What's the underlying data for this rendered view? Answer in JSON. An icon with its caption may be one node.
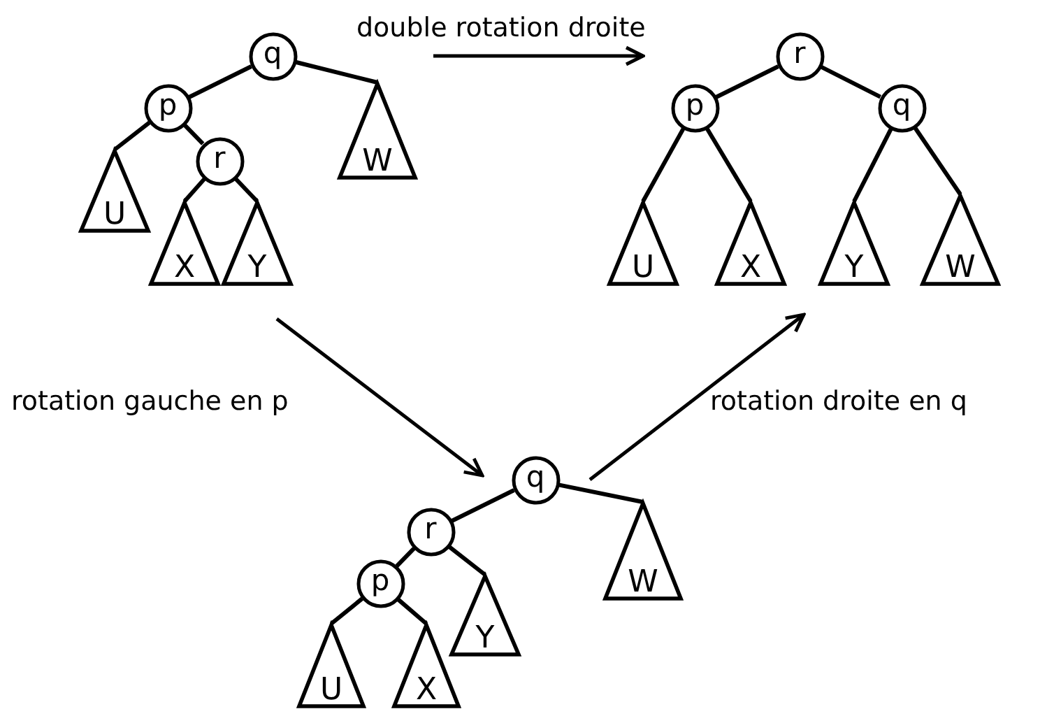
{
  "diagram": {
    "nodes": [
      {
        "text": [
          "q"
        ]
      },
      {
        "text": [
          "p"
        ]
      },
      {
        "text": [
          "r"
        ]
      },
      {
        "text": [
          "W"
        ]
      },
      {
        "text": [
          "U"
        ]
      },
      {
        "text": [
          "X"
        ]
      },
      {
        "text": [
          "Y"
        ]
      },
      {
        "text": [
          "r"
        ]
      },
      {
        "text": [
          "p"
        ]
      },
      {
        "text": [
          "q"
        ]
      },
      {
        "text": [
          "U"
        ]
      },
      {
        "text": [
          "X"
        ]
      },
      {
        "text": [
          "Y"
        ]
      },
      {
        "text": [
          "W"
        ]
      },
      {
        "text": [
          "q"
        ]
      },
      {
        "text": [
          "r"
        ]
      },
      {
        "text": [
          "W"
        ]
      },
      {
        "text": [
          "p"
        ]
      },
      {
        "text": [
          "Y"
        ]
      },
      {
        "text": [
          "U"
        ]
      },
      {
        "text": [
          "X"
        ]
      }
    ],
    "edges": [
      {
        "from": 0,
        "to": 1,
        "arrow": "none"
      },
      {
        "from": 0,
        "to": 3,
        "arrow": "none"
      },
      {
        "from": 1,
        "to": 4,
        "arrow": "none"
      },
      {
        "from": 1,
        "to": 2,
        "arrow": "none"
      },
      {
        "from": 2,
        "to": 5,
        "arrow": "none"
      },
      {
        "from": 2,
        "to": 6,
        "arrow": "none"
      },
      {
        "from": 7,
        "to": 8,
        "arrow": "none"
      },
      {
        "from": 7,
        "to": 9,
        "arrow": "none"
      },
      {
        "from": 8,
        "to": 10,
        "arrow": "none"
      },
      {
        "from": 8,
        "to": 11,
        "arrow": "none"
      },
      {
        "from": 9,
        "to": 12,
        "arrow": "none"
      },
      {
        "from": 9,
        "to": 13,
        "arrow": "none"
      },
      {
        "from": 14,
        "to": 15,
        "arrow": "none"
      },
      {
        "from": 14,
        "to": 16,
        "arrow": "none"
      },
      {
        "from": 15,
        "to": 17,
        "arrow": "none"
      },
      {
        "from": 15,
        "to": 18,
        "arrow": "none"
      },
      {
        "from": 17,
        "to": 19,
        "arrow": "none"
      },
      {
        "from": 17,
        "to": 20,
        "arrow": "none"
      }
    ],
    "labels": [
      "double rotation droite",
      "rotation gauche en p",
      "rotation droite en q"
    ]
  }
}
